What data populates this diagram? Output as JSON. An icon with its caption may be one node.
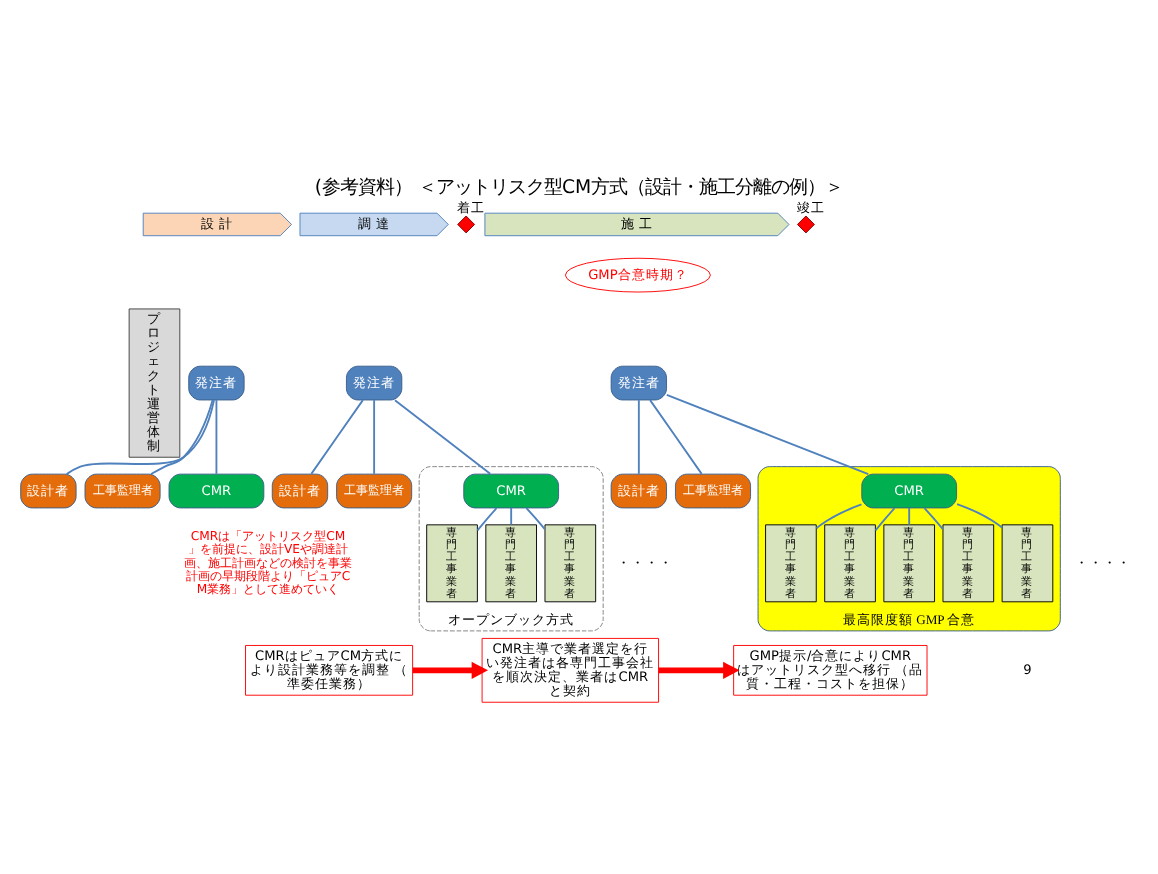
{
  "diagram": {
    "title": "(参考資料） ＜アットリスク型CM方式（設計・施工分離の例）＞",
    "nodes": [
      {
        "text": [
          "設 計"
        ]
      },
      {
        "text": [
          "調 達"
        ]
      },
      {
        "text": [
          "施 工"
        ]
      },
      {
        "text": [
          "着工"
        ]
      },
      {
        "text": [
          "竣工"
        ]
      },
      {
        "text": [
          "GMP合意時期？"
        ]
      },
      {
        "text": [
          "プロジェクト運営体制"
        ]
      },
      {
        "text": [
          "発注者"
        ]
      },
      {
        "text": [
          "設計者"
        ]
      },
      {
        "text": [
          "工事監理者"
        ]
      },
      {
        "text": [
          "CMR"
        ]
      },
      {
        "text": [
          "発注者"
        ]
      },
      {
        "text": [
          "設計者"
        ]
      },
      {
        "text": [
          "工事監理者"
        ]
      },
      {
        "text": [
          "オープンブック方式"
        ]
      },
      {
        "text": [
          "CMR"
        ],
        "in": 14
      },
      {
        "text": [
          "専門工事業者"
        ],
        "in": 14
      },
      {
        "text": [
          "専門工事業者"
        ],
        "in": 14
      },
      {
        "text": [
          "専門工事業者"
        ],
        "in": 14
      },
      {
        "text": [
          "発注者"
        ]
      },
      {
        "text": [
          "設計者"
        ]
      },
      {
        "text": [
          "工事監理者"
        ]
      },
      {
        "text": [
          "最高限度額 GMP 合意"
        ]
      },
      {
        "text": [
          "CMR"
        ],
        "in": 22
      },
      {
        "text": [
          "専門工事業者"
        ],
        "in": 22
      },
      {
        "text": [
          "専門工事業者"
        ],
        "in": 22
      },
      {
        "text": [
          "専門工事業者"
        ],
        "in": 22
      },
      {
        "text": [
          "専門工事業者"
        ],
        "in": 22
      },
      {
        "text": [
          "専門工事業者"
        ],
        "in": 22
      },
      {
        "text": [
          "CMRはピュアCM方式により設計業務等を調整 （準委任業務）"
        ]
      },
      {
        "text": [
          "CMR主導で業者選定を行い発注者は各専門工事会社を順次決定、業者はCMRと契約"
        ]
      },
      {
        "text": [
          "GMP提示/合意によりCMRはアットリスク型へ移行 （品質・工程・コストを担保）"
        ]
      }
    ],
    "edges": [
      {
        "from": 7,
        "to": 8,
        "arrow": "none"
      },
      {
        "from": 7,
        "to": 9,
        "arrow": "none"
      },
      {
        "from": 7,
        "to": 10,
        "arrow": "none"
      },
      {
        "from": 11,
        "to": 12,
        "arrow": "none"
      },
      {
        "from": 11,
        "to": 13,
        "arrow": "none"
      },
      {
        "from": 11,
        "to": 15,
        "arrow": "none"
      },
      {
        "from": 15,
        "to": 16,
        "arrow": "none"
      },
      {
        "from": 15,
        "to": 17,
        "arrow": "none"
      },
      {
        "from": 15,
        "to": 18,
        "arrow": "none"
      },
      {
        "from": 19,
        "to": 20,
        "arrow": "none"
      },
      {
        "from": 19,
        "to": 21,
        "arrow": "none"
      },
      {
        "from": 19,
        "to": 23,
        "arrow": "none"
      },
      {
        "from": 23,
        "to": 24,
        "arrow": "none"
      },
      {
        "from": 23,
        "to": 25,
        "arrow": "none"
      },
      {
        "from": 23,
        "to": 26,
        "arrow": "none"
      },
      {
        "from": 23,
        "to": 27,
        "arrow": "none"
      },
      {
        "from": 23,
        "to": 28,
        "arrow": "none"
      },
      {
        "from": 29,
        "to": 30,
        "arrow": "to",
        "style": "thick",
        "color": "#ff0000"
      },
      {
        "from": 30,
        "to": 31,
        "arrow": "to",
        "style": "thick",
        "color": "#ff0000"
      }
    ],
    "labels": [
      "CMRは「アットリスク型CM」を前提に、設計VEや調達計画、施工計画などの検討を事業計画の早期段階より「ピュアCM業務」として進めていく",
      "・・・・",
      "・・・・",
      "9"
    ]
  }
}
